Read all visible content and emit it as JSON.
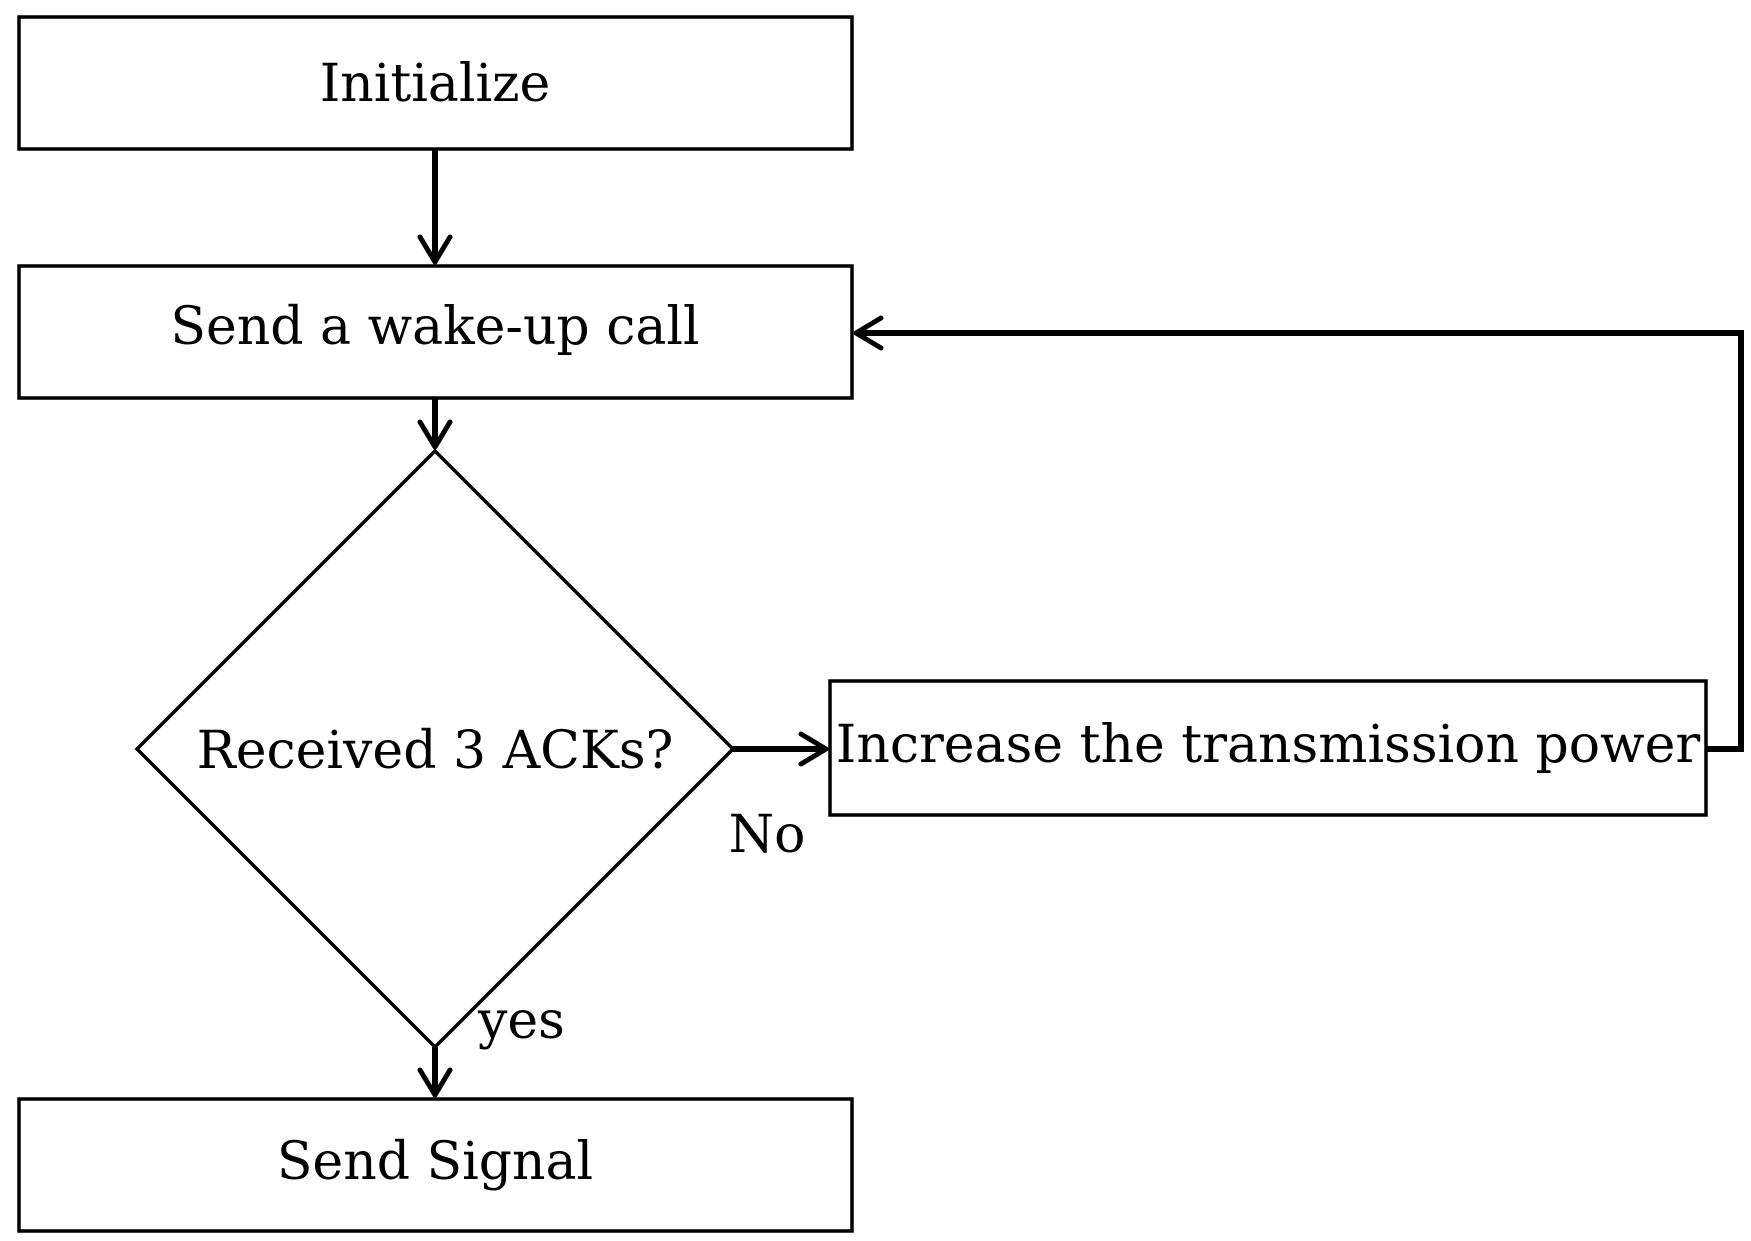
{
  "diagram": {
    "nodes": {
      "initialize": {
        "label": "Initialize"
      },
      "wakeup": {
        "label": "Send a wake-up call"
      },
      "decision": {
        "label": "Received 3 ACKs?"
      },
      "increase": {
        "label": "Increase the transmission power"
      },
      "send_signal": {
        "label": "Send Signal"
      }
    },
    "edges": {
      "no_label": "No",
      "yes_label": "yes"
    }
  }
}
